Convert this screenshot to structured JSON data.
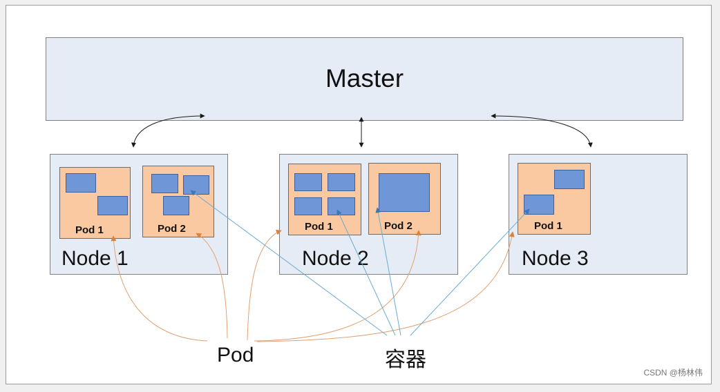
{
  "master": {
    "label": "Master"
  },
  "nodes": [
    {
      "label": "Node 1",
      "pods": [
        "Pod 1",
        "Pod 2"
      ]
    },
    {
      "label": "Node 2",
      "pods": [
        "Pod 1",
        "Pod 2"
      ]
    },
    {
      "label": "Node 3",
      "pods": [
        "Pod 1"
      ]
    }
  ],
  "legend": {
    "pod": "Pod",
    "container": "容器"
  },
  "watermark": "CSDN @杨林伟",
  "colors": {
    "panel": "#e6ecf5",
    "pod": "#fac9a2",
    "container": "#6f97d8",
    "pod_arrow": "#d9823f",
    "container_arrow": "#6aaad2",
    "master_arrow": "#1a1a1a"
  }
}
